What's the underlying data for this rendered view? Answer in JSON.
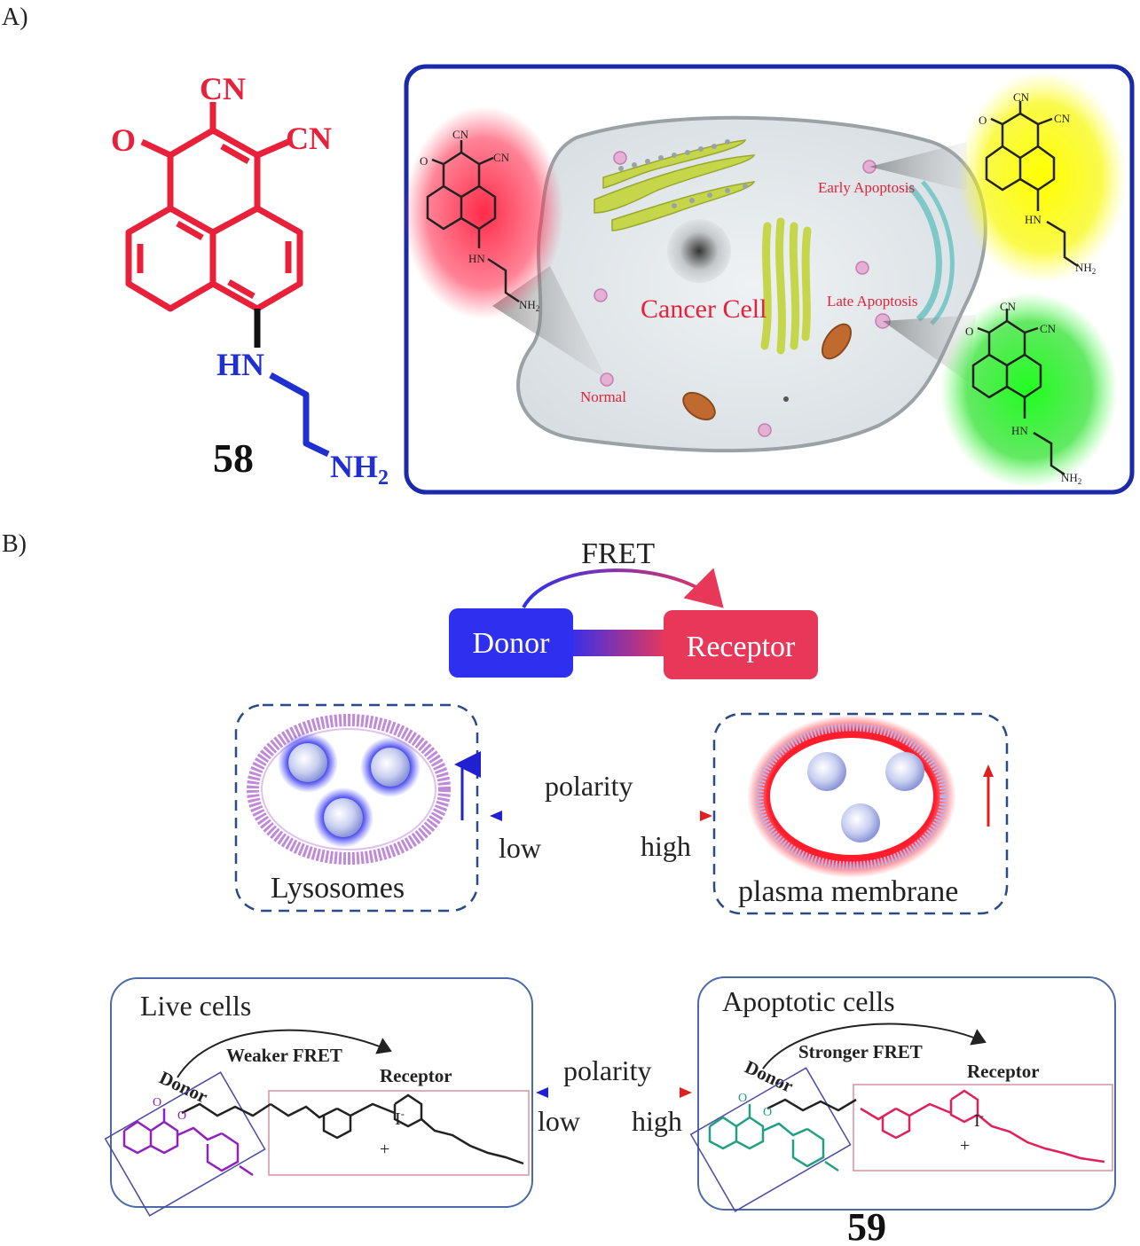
{
  "panel_a": {
    "label": "A)",
    "molecule": {
      "cn_top": "CN",
      "cn_right": "CN",
      "oxygen": "O",
      "hn": "HN",
      "nh2": "NH",
      "nh2_sub": "2",
      "compound_number": "58"
    },
    "cell": {
      "title": "Cancer Cell",
      "normal": "Normal",
      "early": "Early Apoptosis",
      "late": "Late Apoptosis"
    },
    "mini": {
      "cn": "CN",
      "o": "O",
      "hn": "HN",
      "nh2": "NH",
      "nh2_sub": "2"
    },
    "colors": {
      "red": "#e8203a",
      "blue": "#1f2fd0",
      "frame": "#1a2aa8",
      "yellow": "#f5f000",
      "green": "#1fe01f"
    }
  },
  "panel_b": {
    "label": "B)",
    "fret": "FRET",
    "donor": "Donor",
    "receptor": "Receptor",
    "lysosomes": "Lysosomes",
    "plasma_membrane": "plasma membrane",
    "polarity": "polarity",
    "low": "low",
    "high": "high",
    "live_cells": "Live cells",
    "apoptotic_cells": "Apoptotic cells",
    "weaker_fret": "Weaker FRET",
    "stronger_fret": "Stronger FRET",
    "donor_small": "Donor",
    "receptor_small": "Receptor",
    "iodide": "I",
    "iodide_sup": "-",
    "plus": "+",
    "compound_number": "59",
    "colors": {
      "donor": "#2f2ff0",
      "receptor": "#e8385a",
      "purple": "#9020c0",
      "teal": "#20a080",
      "pink": "#e0205a"
    }
  }
}
